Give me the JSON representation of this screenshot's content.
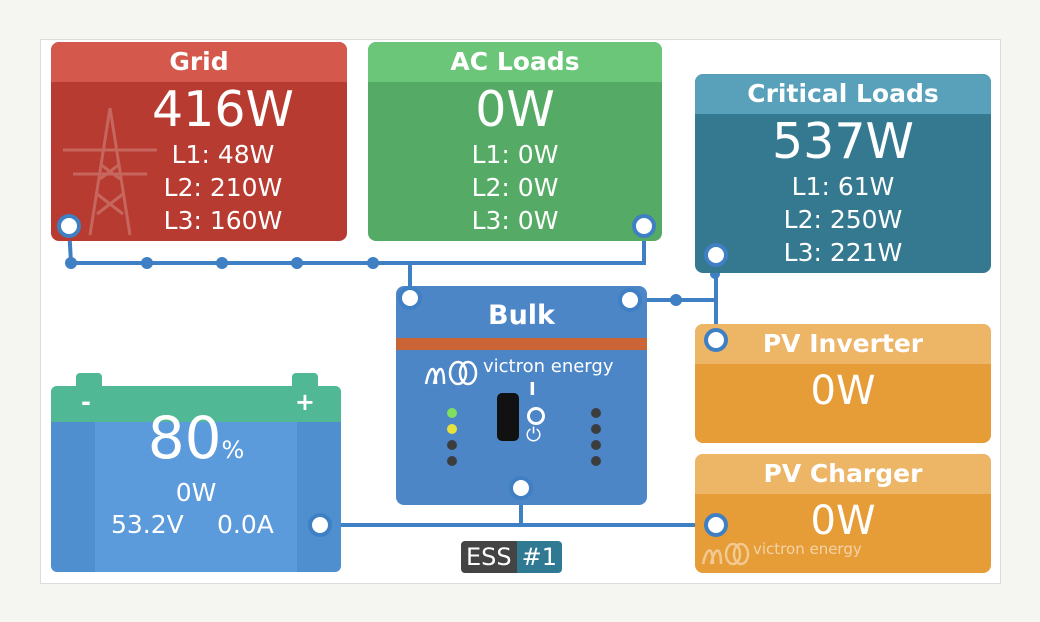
{
  "grid": {
    "title": "Grid",
    "power": "416W",
    "l1": "L1: 48W",
    "l2": "L2: 210W",
    "l3": "L3: 160W",
    "icon": "power-tower-icon"
  },
  "ac_loads": {
    "title": "AC Loads",
    "power": "0W",
    "l1": "L1: 0W",
    "l2": "L2: 0W",
    "l3": "L3: 0W"
  },
  "critical_loads": {
    "title": "Critical Loads",
    "power": "537W",
    "l1": "L1: 61W",
    "l2": "L2: 250W",
    "l3": "L3: 221W"
  },
  "pv_inverter": {
    "title": "PV Inverter",
    "power": "0W"
  },
  "pv_charger": {
    "title": "PV Charger",
    "power": "0W",
    "brand": "victron energy"
  },
  "battery": {
    "soc": "80",
    "soc_unit": "%",
    "power": "0W",
    "voltage": "53.2V",
    "current": "0.0A",
    "minus": "-",
    "plus": "+"
  },
  "inverter": {
    "state": "Bulk",
    "brand": "victron energy",
    "mark": "I",
    "power_symbol": "⏻"
  },
  "ess": {
    "label": "ESS",
    "number": "#1"
  },
  "colors": {
    "grid": "#b73b30",
    "ac_loads": "#55ab65",
    "critical_loads": "#34798f",
    "pv": "#e69d38",
    "battery": "#4f8fd0",
    "inverter": "#4d86c7",
    "wire": "#3f7fc4"
  }
}
